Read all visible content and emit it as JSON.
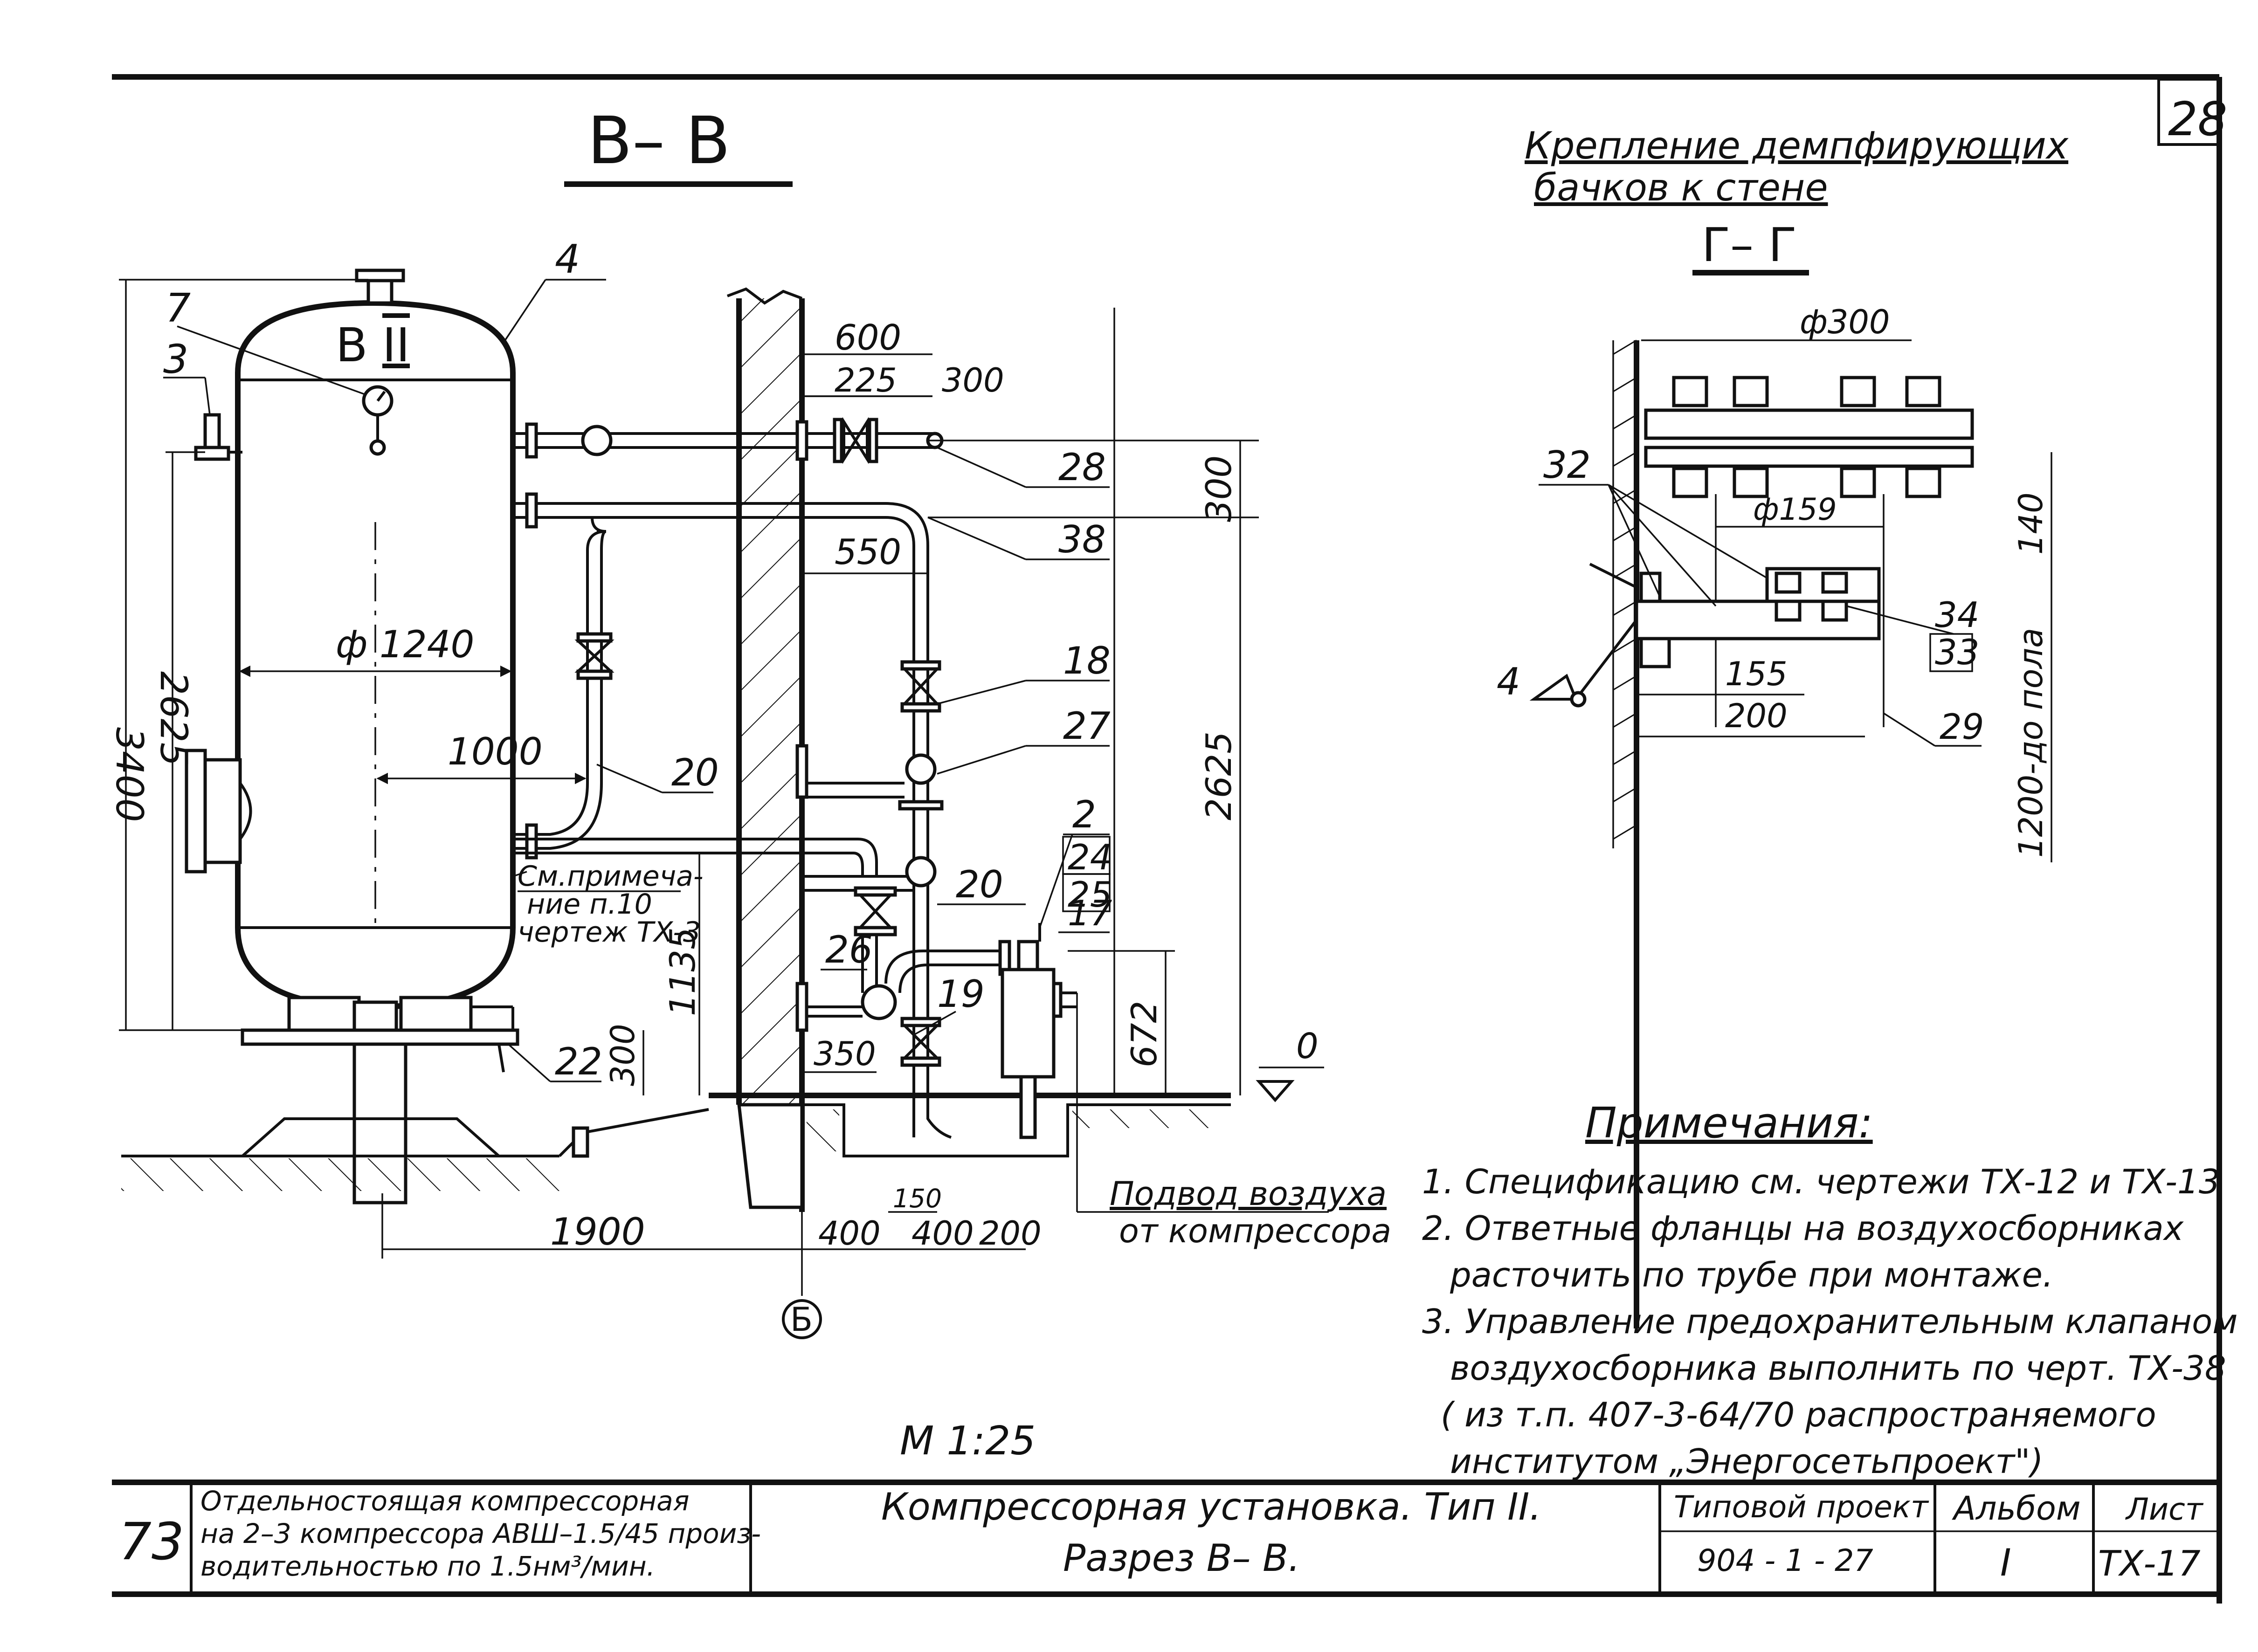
{
  "sheet_number": "28",
  "section": {
    "title": "В– В",
    "vessel_mark": "В",
    "vessel_type": "II",
    "axis_mark": "Б",
    "scale": "М 1:25"
  },
  "callouts": {
    "c7": "7",
    "c3": "3",
    "c4": "4",
    "c28": "28",
    "c38": "38",
    "c18": "18",
    "c27": "27",
    "c20a": "20",
    "c20b": "20",
    "c2": "2",
    "c24": "24",
    "c25": "25",
    "c17": "17",
    "c26": "26",
    "c19": "19",
    "c22": "22"
  },
  "dimensions": {
    "d600": "600",
    "d225": "225",
    "d300top": "300",
    "d550": "550",
    "d1240": "ф 1240",
    "d1000": "1000",
    "d2625left": "2625",
    "d3400": "3400",
    "d300right": "300",
    "d2625right": "2625",
    "d1135": "1135",
    "d672": "672",
    "d350": "350",
    "d300base": "300",
    "d1900": "1900",
    "d400a": "400",
    "d400b": "400",
    "d200": "200",
    "d150": "150",
    "zero": "0"
  },
  "note_ref": [
    "См.примеча-",
    "ние п.10",
    "чертеж ТХ-3"
  ],
  "air_supply": [
    "Подвод воздуха",
    "от компрессора"
  ],
  "detail": {
    "title_line1": "Крепление демпфирующих",
    "title_line2": "бачков к стене",
    "section": "Г– Г",
    "d300": "ф300",
    "d159": "ф159",
    "d140": "140",
    "d155": "155",
    "d200": "200",
    "floor_note": "1200-до пола",
    "c32": "32",
    "c34": "34",
    "c33": "33",
    "c29": "29",
    "c4": "4"
  },
  "notes": {
    "title": "Примечания:",
    "lines": [
      "1. Спецификацию см. чертежи ТХ-12 и ТХ-13",
      "2. Ответные фланцы на воздухосборниках",
      "расточить по трубе при монтаже.",
      "3. Управление предохранительным клапаном",
      "воздухосборника выполнить по черт. ТХ-38",
      "( из т.п. 407-3-64/70 распространяемого",
      "институтом „Энергосетьпроект\")"
    ]
  },
  "title_block": {
    "number": "73",
    "project_desc": [
      "Отдельностоящая компрессорная",
      "на 2–3 компрессора АВШ–1.5/45 произ-",
      "водительностью по 1.5нм³/мин."
    ],
    "drawing_title_1": "Компрессорная установка.  Тип II.",
    "drawing_title_2": "Разрез В– В.",
    "typical_project_label": "Типовой проект",
    "typical_project_value": "904 - 1 - 27",
    "album_label": "Альбом",
    "album_value": "I",
    "sheet_label": "Лист",
    "sheet_value": "ТХ-17"
  }
}
